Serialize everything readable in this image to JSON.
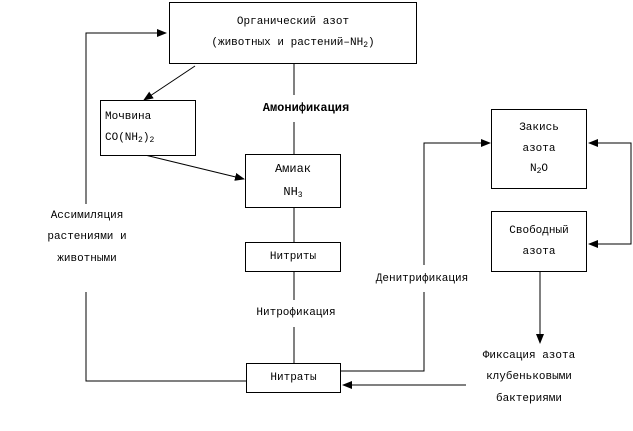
{
  "nodes": {
    "organic": {
      "line1": "Органический азот",
      "line2": "(животных и растений–NH",
      "line2_sub": "2",
      "line2_tail": ")"
    },
    "urea": {
      "line1": "Мочвина",
      "line2": "CO(NH",
      "line2_sub": "2",
      "line2_tail": ")",
      "line2_sub2": "2"
    },
    "ammonia": {
      "line1": "Амиак",
      "line2": "NH",
      "line2_sub": "3"
    },
    "nitrites": {
      "line1": "Нитриты"
    },
    "nitrates": {
      "line1": "Нитраты"
    },
    "nitrous": {
      "line1": "Закись",
      "line2": "азота",
      "line3": "N",
      "line3_sub": "2",
      "line3_tail": "O"
    },
    "free_n": {
      "line1": "Свободный",
      "line2": "азота"
    }
  },
  "labels": {
    "ammonification": "Амонификация",
    "nitrification": "Нитрофикация",
    "denitrification": "Денитрификация",
    "assimilation": [
      "Ассимиляция",
      "растениями и",
      "животными"
    ],
    "fixation": [
      "Фиксация азота",
      "клубеньковыми",
      "бактериями"
    ]
  },
  "colors": {
    "stroke": "#000000",
    "background": "#ffffff"
  }
}
